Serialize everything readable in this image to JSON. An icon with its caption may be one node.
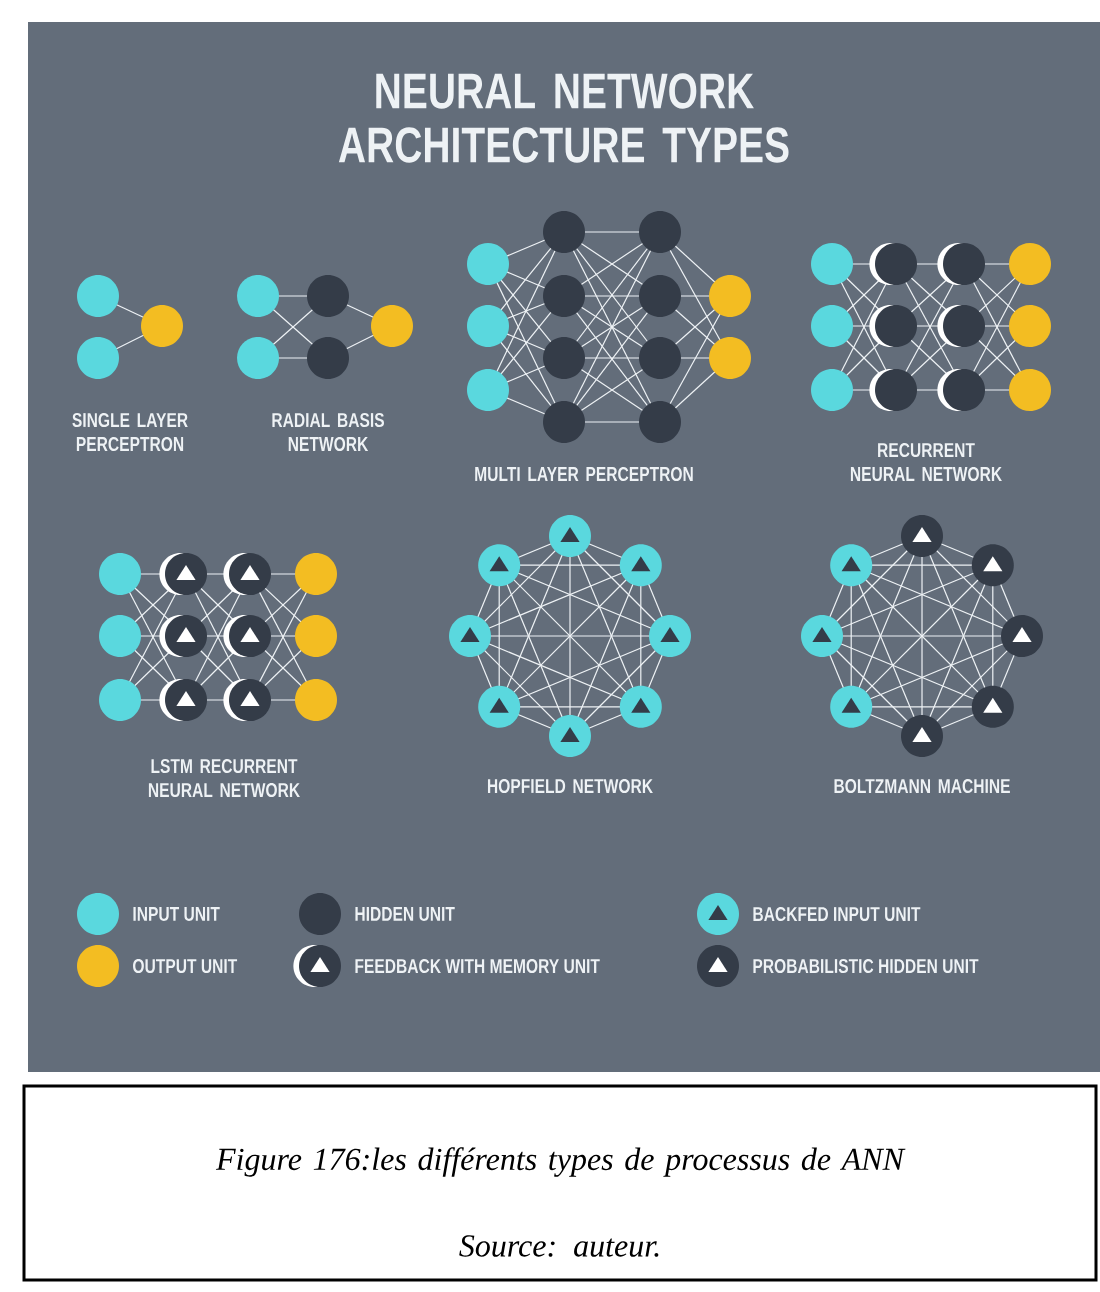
{
  "diagram": {
    "title": "NEURAL NETWORK ARCHITECTURE TYPES",
    "caption": "Figure 176:les différents types de processus de ANN",
    "labels": [
      "SINGLE LAYER PERCEPTRON",
      "RADIAL BASIS NETWORK",
      "MULTI LAYER PERCEPTRON",
      "RECURRENT NEURAL NETWORK",
      "LSTM RECURRENT NEURAL NETWORK",
      "HOPFIELD NETWORK",
      "BOLTZMANN MACHINE",
      "Source: auteur."
    ],
    "legend": [
      {
        "text": "INPUT UNIT",
        "color": "#5ad8de"
      },
      {
        "text": "HIDDEN UNIT",
        "color": "#343c48"
      },
      {
        "text": "BACKFED INPUT UNIT"
      },
      {
        "text": "OUTPUT UNIT",
        "color": "#f3bd22"
      },
      {
        "text": "FEEDBACK WITH MEMORY UNIT"
      },
      {
        "text": "PROBABILISTIC HIDDEN UNIT"
      }
    ]
  }
}
